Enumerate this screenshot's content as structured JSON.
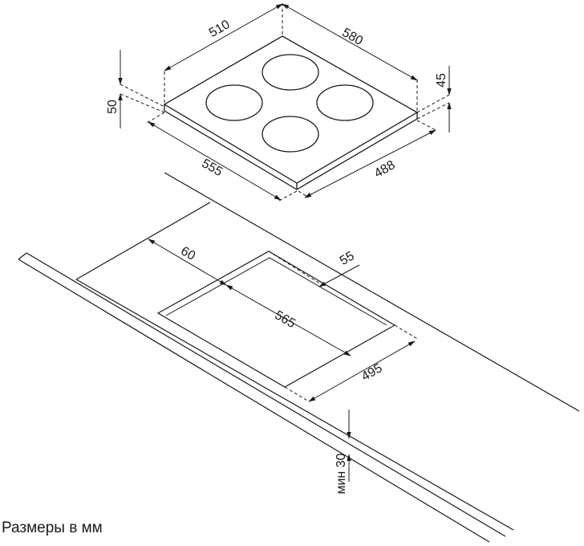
{
  "hob": {
    "width_label": "510",
    "depth_label": "580",
    "height_label": "45",
    "side_height_label": "50",
    "base_width_label": "555",
    "base_depth_label": "488"
  },
  "cutout": {
    "front_offset_label": "60",
    "rear_offset_label": "55",
    "length_label": "565",
    "width_label": "495",
    "min_thickness_label": "мин 30"
  },
  "caption": "Размеры в мм"
}
